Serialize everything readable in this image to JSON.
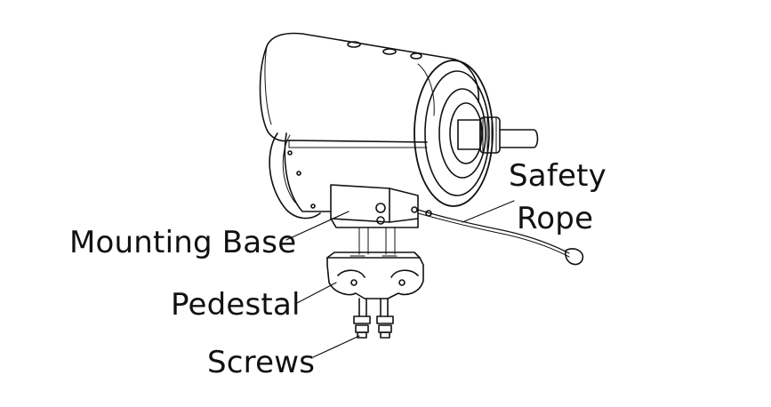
{
  "labels": {
    "safety": "Safety",
    "rope": "Rope",
    "mounting_base": "Mounting Base",
    "pedestal": "Pedestal",
    "screws": "Screws"
  },
  "colors": {
    "ink": "#111111",
    "background": "#ffffff"
  }
}
